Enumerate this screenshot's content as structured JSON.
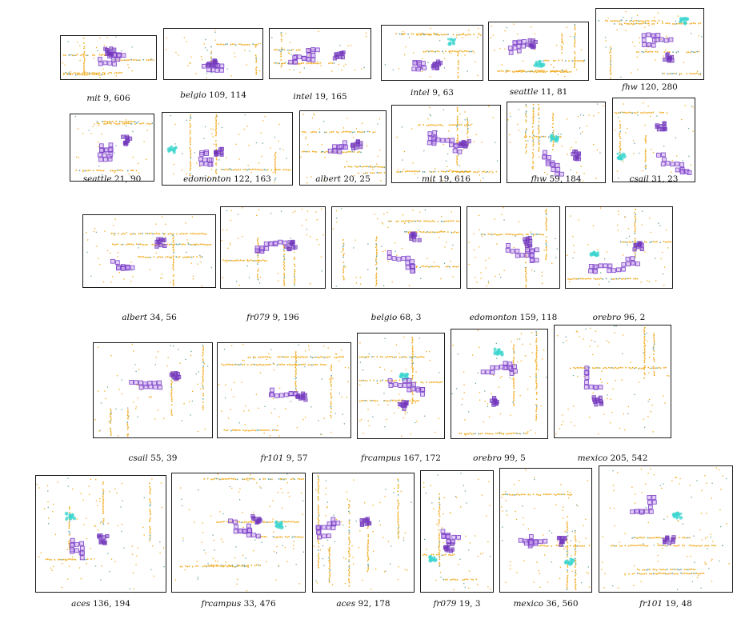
{
  "colors": {
    "laser": "#f0a818",
    "laser_alt": "#6aa39a",
    "node_edge": "#7b3fc6",
    "node_fill": "#c9a6ee",
    "highlight": "#3fd6d0",
    "cluster": "#6a2fb0",
    "panel_border": "#1a1a1a"
  },
  "panels": [
    {
      "dataset": "mit",
      "numbers": "9, 606"
    },
    {
      "dataset": "belgio",
      "numbers": "109, 114"
    },
    {
      "dataset": "intel",
      "numbers": "19, 165"
    },
    {
      "dataset": "intel",
      "numbers": "9, 63"
    },
    {
      "dataset": "seattle",
      "numbers": "11, 81"
    },
    {
      "dataset": "fhw",
      "numbers": "120, 280"
    },
    {
      "dataset": "seattle",
      "numbers": "21, 90"
    },
    {
      "dataset": "edomonton",
      "numbers": "122, 163"
    },
    {
      "dataset": "albert",
      "numbers": "20, 25"
    },
    {
      "dataset": "mit",
      "numbers": "19, 616"
    },
    {
      "dataset": "fhw",
      "numbers": "59, 184"
    },
    {
      "dataset": "csail",
      "numbers": "31, 23"
    },
    {
      "dataset": "albert",
      "numbers": "34, 56"
    },
    {
      "dataset": "fr079",
      "numbers": "9, 196"
    },
    {
      "dataset": "belgio",
      "numbers": "68, 3"
    },
    {
      "dataset": "edomonton",
      "numbers": "159, 118"
    },
    {
      "dataset": "orebro",
      "numbers": "96, 2"
    },
    {
      "dataset": "csail",
      "numbers": "55, 39"
    },
    {
      "dataset": "fr101",
      "numbers": "9, 57"
    },
    {
      "dataset": "frcampus",
      "numbers": "167, 172"
    },
    {
      "dataset": "orebro",
      "numbers": "99, 5"
    },
    {
      "dataset": "mexico",
      "numbers": "205, 542"
    },
    {
      "dataset": "aces",
      "numbers": "136, 194"
    },
    {
      "dataset": "frcampus",
      "numbers": "33, 476"
    },
    {
      "dataset": "aces",
      "numbers": "92, 178"
    },
    {
      "dataset": "fr079",
      "numbers": "19, 3"
    },
    {
      "dataset": "mexico",
      "numbers": "36, 560"
    },
    {
      "dataset": "fr101",
      "numbers": "19, 48"
    }
  ]
}
